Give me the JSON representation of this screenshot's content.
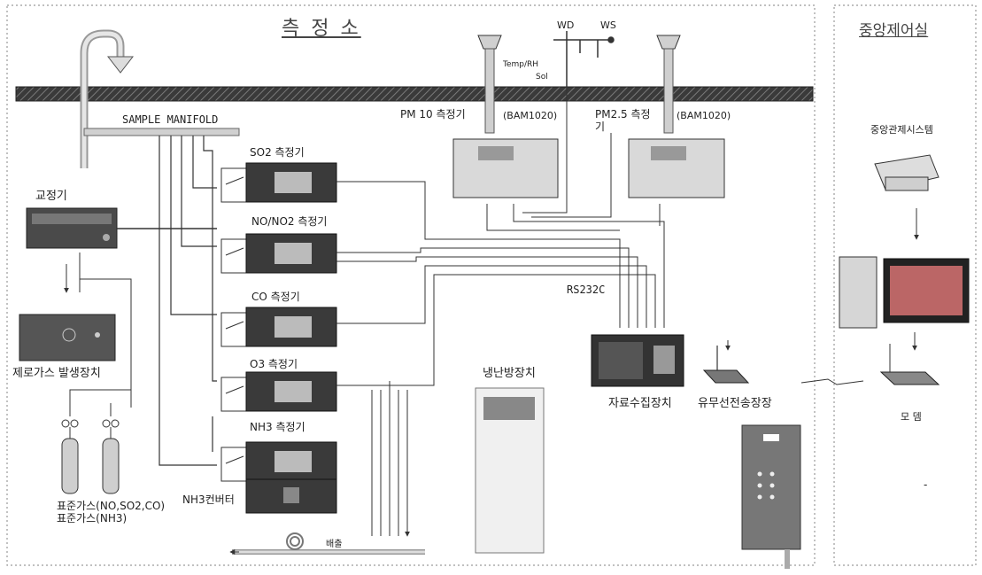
{
  "station": {
    "title": "측 정 소",
    "sample_manifold": "SAMPLE MANIFOLD",
    "wd": "WD",
    "ws": "WS",
    "temp_rh": "Temp/RH",
    "sol": "Sol",
    "pm10_label": "PM 10 측정기",
    "pm10_model": "(BAM1020)",
    "pm25_label_line1": "PM2.5 측정",
    "pm25_label_line2": "기",
    "pm25_model": "(BAM1020)",
    "so2_label": "SO2 측정기",
    "nox_label": "NO/NO2 측정기",
    "co_label": "CO 측정기",
    "o3_label": "O3 측정기",
    "nh3_label": "NH3 측정기",
    "nh3_converter": "NH3컨버터",
    "calibrator": "교정기",
    "zero_gas": "제로가스 발생장치",
    "std_gas_line1": "표준가스(NO,SO2,CO)",
    "std_gas_line2": "표준가스(NH3)",
    "exhaust": "배출",
    "rs232c": "RS232C",
    "data_logger": "자료수집장치",
    "wireless": "유무선전송장장",
    "hvac": "냉난방장치"
  },
  "control_room": {
    "title": "중앙제어실",
    "system_label": "중앙관제시스템",
    "modem_label": "모 뎀",
    "dash": "-"
  },
  "colors": {
    "pipe": "#333333",
    "frame": "#9a9a9a",
    "analyzer_body": "#3a3a3a",
    "bam_body": "#d9d9d9"
  }
}
